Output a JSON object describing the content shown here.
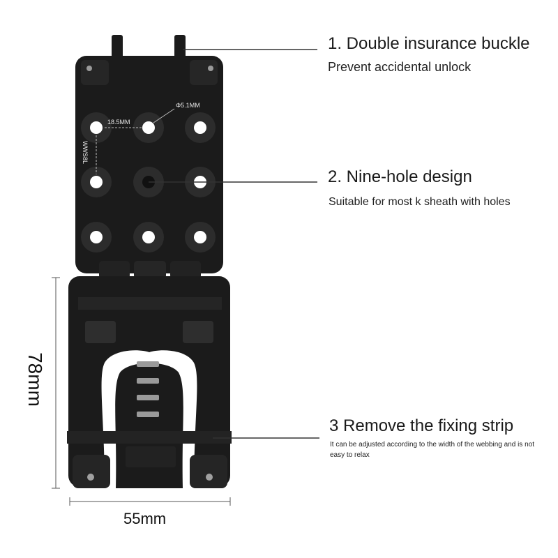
{
  "callouts": [
    {
      "title": "1. Double insurance buckle",
      "subtitle": "Prevent accidental unlock"
    },
    {
      "title": "2. Nine-hole design",
      "subtitle": "Suitable for most k sheath with holes"
    },
    {
      "title": "3 Remove the fixing strip",
      "subtitle": "It can be adjusted according to the width of the webbing and is not easy to relax"
    }
  ],
  "dimensions": {
    "height": "78mm",
    "width": "55mm"
  },
  "plate_labels": {
    "hole_spacing": "18.5MM",
    "hole_diameter": "Φ5.1MM",
    "model": "WWS8L"
  },
  "colors": {
    "product": "#1b1b1b",
    "line": "#333333"
  }
}
